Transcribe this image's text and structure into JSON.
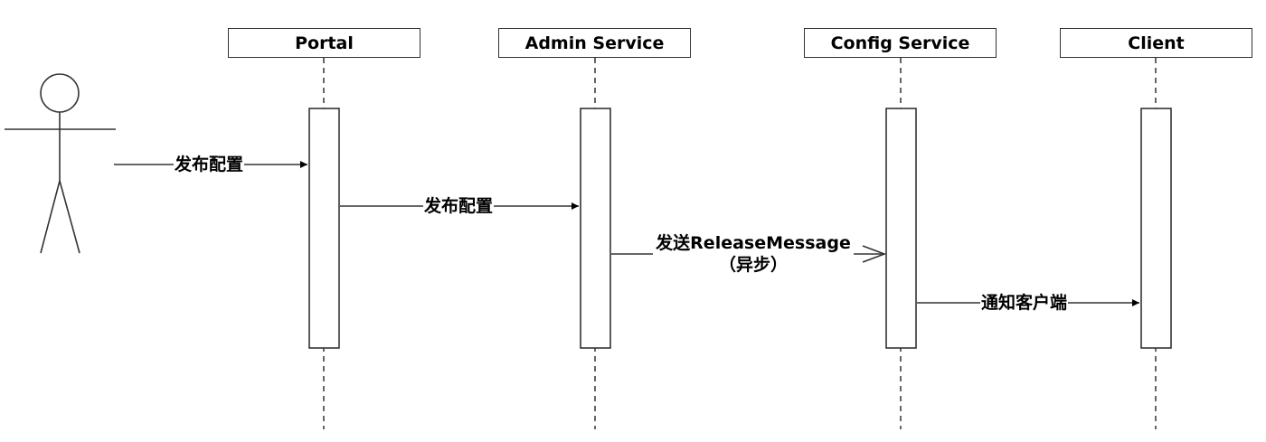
{
  "participants": [
    {
      "id": "portal",
      "label": "Portal"
    },
    {
      "id": "admin",
      "label": "Admin Service"
    },
    {
      "id": "config",
      "label": "Config Service"
    },
    {
      "id": "client",
      "label": "Client"
    }
  ],
  "messages": [
    {
      "from": "actor",
      "to": "portal",
      "label": "发布配置",
      "style": "solid"
    },
    {
      "from": "portal",
      "to": "admin",
      "label": "发布配置",
      "style": "solid"
    },
    {
      "from": "admin",
      "to": "config",
      "label": "发送ReleaseMessage",
      "label_line2": "（异步）",
      "style": "open"
    },
    {
      "from": "config",
      "to": "client",
      "label": "通知客户端",
      "style": "solid"
    }
  ],
  "colors": {
    "line": "#333333",
    "box_border": "#333333",
    "text": "#000000"
  }
}
